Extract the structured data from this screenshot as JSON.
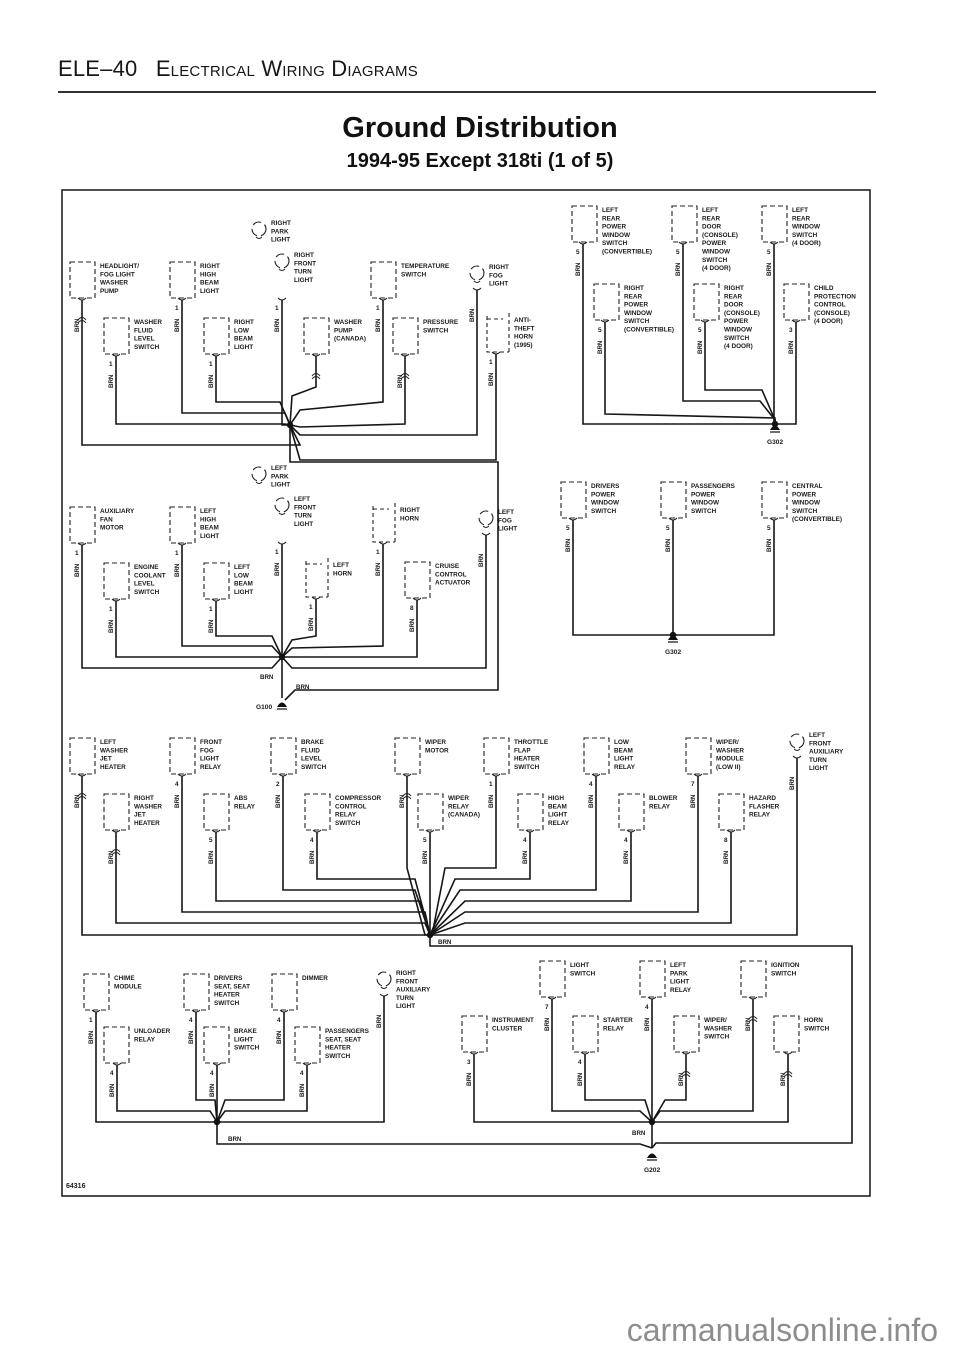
{
  "page": {
    "code": "ELE–40",
    "section": "Electrical Wiring Diagrams",
    "title": "Ground Distribution",
    "subtitle": "1994-95 Except 318ti (1 of 5)",
    "figure_id": "64316",
    "watermark": "carmanualsonline.info"
  },
  "wire_color": "BRN",
  "grounds": {
    "g100": "G100",
    "g302": "G302",
    "g202": "G202"
  },
  "sections": [
    {
      "id": "front-right",
      "components": [
        {
          "id": "headlight-washer-pump",
          "kind": "box",
          "label": [
            "HEADLIGHT/",
            "FOG LIGHT",
            "WASHER",
            "PUMP"
          ],
          "pin": "",
          "wire": "BRN",
          "connector": true
        },
        {
          "id": "washer-fluid-level-switch",
          "kind": "box",
          "label": [
            "WASHER",
            "FLUID",
            "LEVEL",
            "SWITCH"
          ],
          "pin": "1",
          "wire": "BRN"
        },
        {
          "id": "right-high-beam-light",
          "kind": "box",
          "label": [
            "RIGHT",
            "HIGH",
            "BEAM",
            "LIGHT"
          ],
          "pin": "1",
          "wire": "BRN"
        },
        {
          "id": "right-low-beam-light",
          "kind": "box",
          "label": [
            "RIGHT",
            "LOW",
            "BEAM",
            "LIGHT"
          ],
          "pin": "1",
          "wire": "BRN"
        },
        {
          "id": "right-park-light",
          "kind": "bulb",
          "label": [
            "RIGHT",
            "PARK",
            "LIGHT"
          ],
          "pin": "",
          "wire": ""
        },
        {
          "id": "right-front-turn-light",
          "kind": "bulb",
          "label": [
            "RIGHT",
            "FRONT",
            "TURN",
            "LIGHT"
          ],
          "pin": "1",
          "wire": "BRN"
        },
        {
          "id": "washer-pump-canada",
          "kind": "box",
          "label": [
            "WASHER",
            "PUMP",
            "(CANADA)"
          ],
          "pin": "",
          "wire": "",
          "connector": true
        },
        {
          "id": "temperature-switch",
          "kind": "box",
          "label": [
            "TEMPERATURE",
            "SWITCH"
          ],
          "pin": "1",
          "wire": "BRN"
        },
        {
          "id": "pressure-switch",
          "kind": "box",
          "label": [
            "PRESSURE",
            "SWITCH"
          ],
          "pin": "",
          "wire": "BRN",
          "connector": true
        },
        {
          "id": "right-fog-light",
          "kind": "bulb",
          "label": [
            "RIGHT",
            "FOG",
            "LIGHT"
          ],
          "pin": "",
          "wire": "BRN"
        },
        {
          "id": "anti-theft-horn",
          "kind": "horn",
          "label": [
            "ANTI-",
            "THEFT",
            "HORN",
            "(1995)"
          ],
          "pin": "1",
          "wire": "BRN"
        }
      ]
    },
    {
      "id": "rear-windows",
      "components": [
        {
          "id": "left-rear-power-window-switch-conv",
          "kind": "box",
          "label": [
            "LEFT",
            "REAR",
            "POWER",
            "WINDOW",
            "SWITCH",
            "(CONVERTIBLE)"
          ],
          "pin": "5",
          "wire": "BRN"
        },
        {
          "id": "right-rear-power-window-switch-conv",
          "kind": "box",
          "label": [
            "RIGHT",
            "REAR",
            "POWER",
            "WINDOW",
            "SWITCH",
            "(CONVERTIBLE)"
          ],
          "pin": "5",
          "wire": "BRN"
        },
        {
          "id": "left-rear-door-console-switch",
          "kind": "box",
          "label": [
            "LEFT",
            "REAR",
            "DOOR",
            "(CONSOLE)",
            "POWER",
            "WINDOW",
            "SWITCH",
            "(4 DOOR)"
          ],
          "pin": "5",
          "wire": "BRN"
        },
        {
          "id": "right-rear-door-console-switch",
          "kind": "box",
          "label": [
            "RIGHT",
            "REAR",
            "DOOR",
            "(CONSOLE)",
            "POWER",
            "WINDOW",
            "SWITCH",
            "(4 DOOR)"
          ],
          "pin": "5",
          "wire": "BRN"
        },
        {
          "id": "left-rear-window-switch-4door",
          "kind": "box",
          "label": [
            "LEFT",
            "REAR",
            "WINDOW",
            "SWITCH",
            "(4 DOOR)"
          ],
          "pin": "5",
          "wire": "BRN"
        },
        {
          "id": "child-protection-control",
          "kind": "box",
          "label": [
            "CHILD",
            "PROTECTION",
            "CONTROL",
            "(CONSOLE)",
            "(4 DOOR)"
          ],
          "pin": "3",
          "wire": "BRN"
        }
      ]
    },
    {
      "id": "front-left",
      "components": [
        {
          "id": "auxiliary-fan-motor",
          "kind": "box",
          "label": [
            "AUXILIARY",
            "FAN",
            "MOTOR"
          ],
          "pin": "1",
          "wire": "BRN"
        },
        {
          "id": "engine-coolant-level-switch",
          "kind": "box",
          "label": [
            "ENGINE",
            "COOLANT",
            "LEVEL",
            "SWITCH"
          ],
          "pin": "1",
          "wire": "BRN"
        },
        {
          "id": "left-high-beam-light",
          "kind": "box",
          "label": [
            "LEFT",
            "HIGH",
            "BEAM",
            "LIGHT"
          ],
          "pin": "1",
          "wire": "BRN"
        },
        {
          "id": "left-low-beam-light",
          "kind": "box",
          "label": [
            "LEFT",
            "LOW",
            "BEAM",
            "LIGHT"
          ],
          "pin": "1",
          "wire": "BRN"
        },
        {
          "id": "left-park-light",
          "kind": "bulb",
          "label": [
            "LEFT",
            "PARK",
            "LIGHT"
          ],
          "pin": "",
          "wire": ""
        },
        {
          "id": "left-front-turn-light",
          "kind": "bulb",
          "label": [
            "LEFT",
            "FRONT",
            "TURN",
            "LIGHT"
          ],
          "pin": "1",
          "wire": "BRN"
        },
        {
          "id": "left-horn",
          "kind": "horn",
          "label": [
            "LEFT",
            "HORN"
          ],
          "pin": "1",
          "wire": "BRN"
        },
        {
          "id": "right-horn",
          "kind": "horn",
          "label": [
            "RIGHT",
            "HORN"
          ],
          "pin": "1",
          "wire": "BRN"
        },
        {
          "id": "cruise-control-actuator",
          "kind": "box",
          "label": [
            "CRUISE",
            "CONTROL",
            "ACTUATOR"
          ],
          "pin": "8",
          "wire": "BRN"
        },
        {
          "id": "left-fog-light",
          "kind": "bulb",
          "label": [
            "LEFT",
            "FOG",
            "LIGHT"
          ],
          "pin": "",
          "wire": "BRN"
        }
      ]
    },
    {
      "id": "front-windows",
      "components": [
        {
          "id": "drivers-power-window-switch",
          "kind": "box",
          "label": [
            "DRIVERS",
            "POWER",
            "WINDOW",
            "SWITCH"
          ],
          "pin": "5",
          "wire": "BRN"
        },
        {
          "id": "passengers-power-window-switch",
          "kind": "box",
          "label": [
            "PASSENGERS",
            "POWER",
            "WINDOW",
            "SWITCH"
          ],
          "pin": "5",
          "wire": "BRN"
        },
        {
          "id": "central-power-window-switch",
          "kind": "box",
          "label": [
            "CENTRAL",
            "POWER",
            "WINDOW",
            "SWITCH",
            "(CONVERTIBLE)"
          ],
          "pin": "5",
          "wire": "BRN"
        }
      ]
    },
    {
      "id": "engine-bay",
      "components": [
        {
          "id": "left-washer-jet-heater",
          "kind": "box",
          "label": [
            "LEFT",
            "WASHER",
            "JET",
            "HEATER"
          ],
          "pin": "",
          "wire": "BRN",
          "connector": true
        },
        {
          "id": "right-washer-jet-heater",
          "kind": "box",
          "label": [
            "RIGHT",
            "WASHER",
            "JET",
            "HEATER"
          ],
          "pin": "",
          "wire": "BRN",
          "connector": true
        },
        {
          "id": "front-fog-light-relay",
          "kind": "box",
          "label": [
            "FRONT",
            "FOG",
            "LIGHT",
            "RELAY"
          ],
          "pin": "4",
          "wire": "BRN"
        },
        {
          "id": "abs-relay",
          "kind": "box",
          "label": [
            "ABS",
            "RELAY"
          ],
          "pin": "5",
          "wire": "BRN"
        },
        {
          "id": "brake-fluid-level-switch",
          "kind": "box",
          "label": [
            "BRAKE",
            "FLUID",
            "LEVEL",
            "SWITCH"
          ],
          "pin": "2",
          "wire": "BRN"
        },
        {
          "id": "compressor-control-relay-switch",
          "kind": "box",
          "label": [
            "COMPRESSOR",
            "CONTROL",
            "RELAY",
            "SWITCH"
          ],
          "pin": "4",
          "wire": "BRN"
        },
        {
          "id": "wiper-motor",
          "kind": "box",
          "label": [
            "WIPER",
            "MOTOR"
          ],
          "pin": "",
          "wire": "BRN",
          "connector": true
        },
        {
          "id": "wiper-relay-canada",
          "kind": "box",
          "label": [
            "WIPER",
            "RELAY",
            "(CANADA)"
          ],
          "pin": "5",
          "wire": "BRN"
        },
        {
          "id": "throttle-flap-heater-switch",
          "kind": "box",
          "label": [
            "THROTTLE",
            "FLAP",
            "HEATER",
            "SWITCH"
          ],
          "pin": "1",
          "wire": "BRN"
        },
        {
          "id": "high-beam-light-relay",
          "kind": "box",
          "label": [
            "HIGH",
            "BEAM",
            "LIGHT",
            "RELAY"
          ],
          "pin": "4",
          "wire": "BRN"
        },
        {
          "id": "low-beam-light-relay",
          "kind": "box",
          "label": [
            "LOW",
            "BEAM",
            "LIGHT",
            "RELAY"
          ],
          "pin": "4",
          "wire": "BRN"
        },
        {
          "id": "blower-relay",
          "kind": "box",
          "label": [
            "BLOWER",
            "RELAY"
          ],
          "pin": "4",
          "wire": "BRN"
        },
        {
          "id": "wiper-washer-module",
          "kind": "box",
          "label": [
            "WIPER/",
            "WASHER",
            "MODULE",
            "(LOW II)"
          ],
          "pin": "7",
          "wire": "BRN"
        },
        {
          "id": "hazard-flasher-relay",
          "kind": "box",
          "label": [
            "HAZARD",
            "FLASHER",
            "RELAY"
          ],
          "pin": "8",
          "wire": "BRN"
        },
        {
          "id": "left-front-auxiliary-turn-light",
          "kind": "bulb",
          "label": [
            "LEFT",
            "FRONT",
            "AUXILIARY",
            "TURN",
            "LIGHT"
          ],
          "pin": "",
          "wire": "BRN"
        }
      ]
    },
    {
      "id": "interior-left",
      "components": [
        {
          "id": "chime-module",
          "kind": "box",
          "label": [
            "CHIME",
            "MODULE"
          ],
          "pin": "1",
          "wire": "BRN"
        },
        {
          "id": "unloader-relay",
          "kind": "box",
          "label": [
            "UNLOADER",
            "RELAY"
          ],
          "pin": "4",
          "wire": "BRN"
        },
        {
          "id": "drivers-seat-heater-switch",
          "kind": "box",
          "label": [
            "DRIVERS",
            "SEAT, SEAT",
            "HEATER",
            "SWITCH"
          ],
          "pin": "4",
          "wire": "BRN"
        },
        {
          "id": "brake-light-switch",
          "kind": "box",
          "label": [
            "BRAKE",
            "LIGHT",
            "SWITCH"
          ],
          "pin": "4",
          "wire": "BRN"
        },
        {
          "id": "dimmer",
          "kind": "box",
          "label": [
            "DIMMER"
          ],
          "pin": "4",
          "wire": "BRN"
        },
        {
          "id": "passengers-seat-heater-switch",
          "kind": "box",
          "label": [
            "PASSENGERS",
            "SEAT, SEAT",
            "HEATER",
            "SWITCH"
          ],
          "pin": "4",
          "wire": "BRN"
        },
        {
          "id": "right-front-auxiliary-turn-light",
          "kind": "bulb",
          "label": [
            "RIGHT",
            "FRONT",
            "AUXILIARY",
            "TURN",
            "LIGHT"
          ],
          "pin": "",
          "wire": "BRN"
        }
      ]
    },
    {
      "id": "interior-right",
      "components": [
        {
          "id": "instrument-cluster",
          "kind": "box",
          "label": [
            "INSTRUMENT",
            "CLUSTER"
          ],
          "pin": "3",
          "wire": "BRN"
        },
        {
          "id": "light-switch",
          "kind": "box",
          "label": [
            "LIGHT",
            "SWITCH"
          ],
          "pin": "7",
          "wire": "BRN"
        },
        {
          "id": "starter-relay",
          "kind": "box",
          "label": [
            "STARTER",
            "RELAY"
          ],
          "pin": "4",
          "wire": "BRN"
        },
        {
          "id": "left-park-light-relay",
          "kind": "box",
          "label": [
            "LEFT",
            "PARK",
            "LIGHT",
            "RELAY"
          ],
          "pin": "4",
          "wire": "BRN"
        },
        {
          "id": "wiper-washer-switch",
          "kind": "box",
          "label": [
            "WIPER/",
            "WASHER",
            "SWITCH"
          ],
          "pin": "",
          "wire": "BRN",
          "connector": true
        },
        {
          "id": "ignition-switch",
          "kind": "box",
          "label": [
            "IGNITION",
            "SWITCH"
          ],
          "pin": "",
          "wire": "BRN",
          "connector": true
        },
        {
          "id": "horn-switch",
          "kind": "box",
          "label": [
            "HORN",
            "SWITCH"
          ],
          "pin": "",
          "wire": "BRN",
          "connector": true
        }
      ]
    }
  ]
}
